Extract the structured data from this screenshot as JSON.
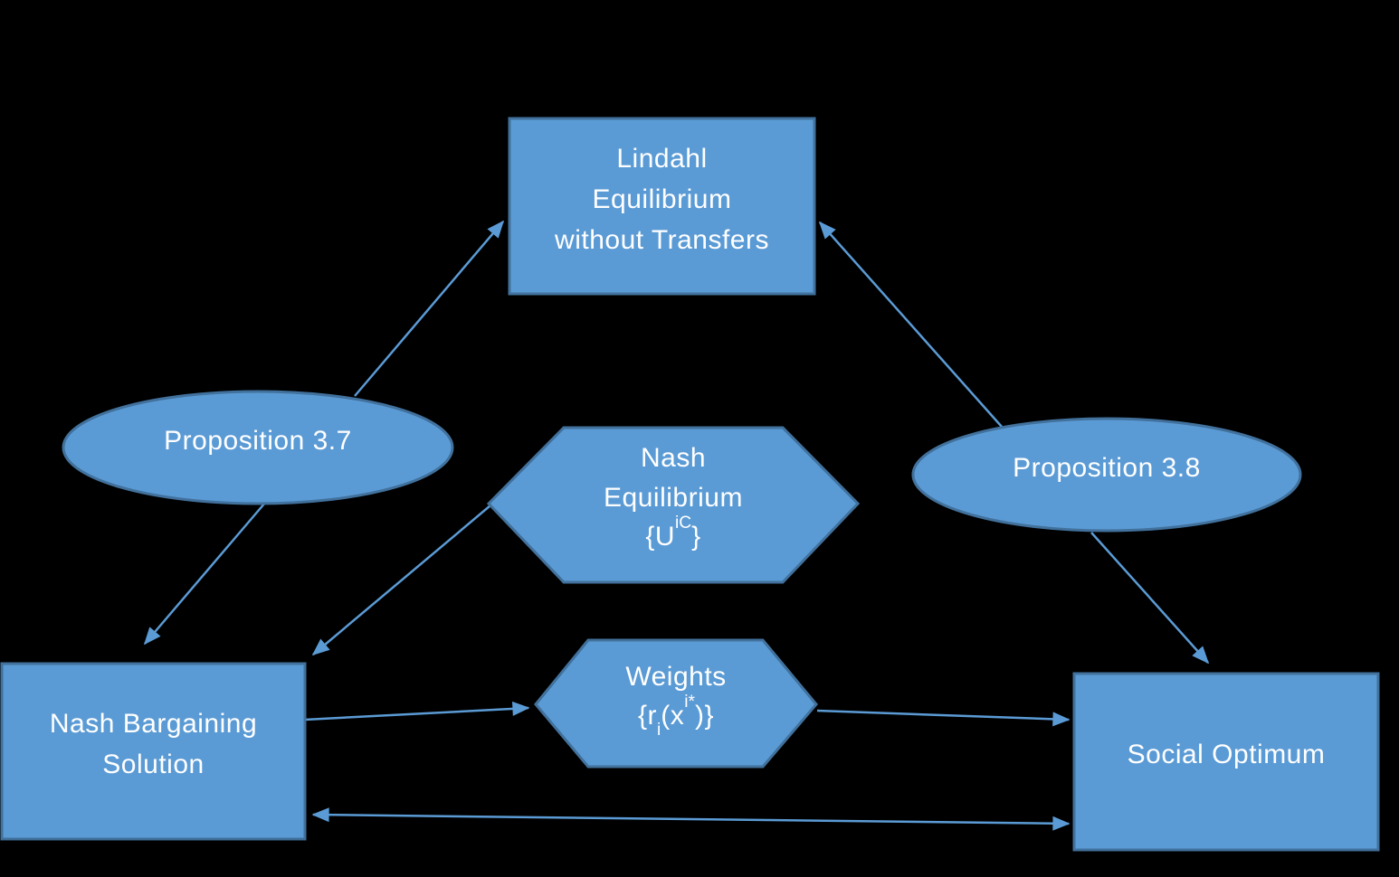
{
  "colors": {
    "background": "#000000",
    "shape_fill": "#5B9BD5",
    "shape_border": "#41719C",
    "arrow": "#5B9BD5",
    "text": "#FFFFFF"
  },
  "nodes": {
    "lindahl": {
      "lines": [
        "Lindahl",
        "Equilibrium",
        "without Transfers"
      ]
    },
    "prop37": {
      "label": "Proposition 3.7"
    },
    "prop38": {
      "label": "Proposition 3.8"
    },
    "nash_eq": {
      "line1": "Nash",
      "line2": "Equilibrium",
      "math": {
        "pre": "{U",
        "sup": "iC",
        "post": "}"
      }
    },
    "weights": {
      "line1": "Weights",
      "math": {
        "p1": "{r",
        "sub": "i",
        "p2": "(x",
        "sup": "i*",
        "p3": ")}"
      }
    },
    "nash_bargaining": {
      "line1": "Nash Bargaining",
      "line2": "Solution"
    },
    "social_optimum": {
      "label": "Social Optimum"
    }
  },
  "edges": [
    {
      "from": "prop37",
      "to": "lindahl",
      "direction": "end"
    },
    {
      "from": "prop38",
      "to": "lindahl",
      "direction": "end"
    },
    {
      "from": "prop37",
      "to": "nash_bargaining",
      "direction": "end"
    },
    {
      "from": "nash_eq",
      "to": "nash_bargaining",
      "direction": "end"
    },
    {
      "from": "prop38",
      "to": "social_optimum",
      "direction": "end"
    },
    {
      "from": "nash_bargaining",
      "to": "weights",
      "direction": "end"
    },
    {
      "from": "weights",
      "to": "social_optimum",
      "direction": "end"
    },
    {
      "from": "nash_bargaining",
      "to": "social_optimum",
      "direction": "both"
    }
  ]
}
